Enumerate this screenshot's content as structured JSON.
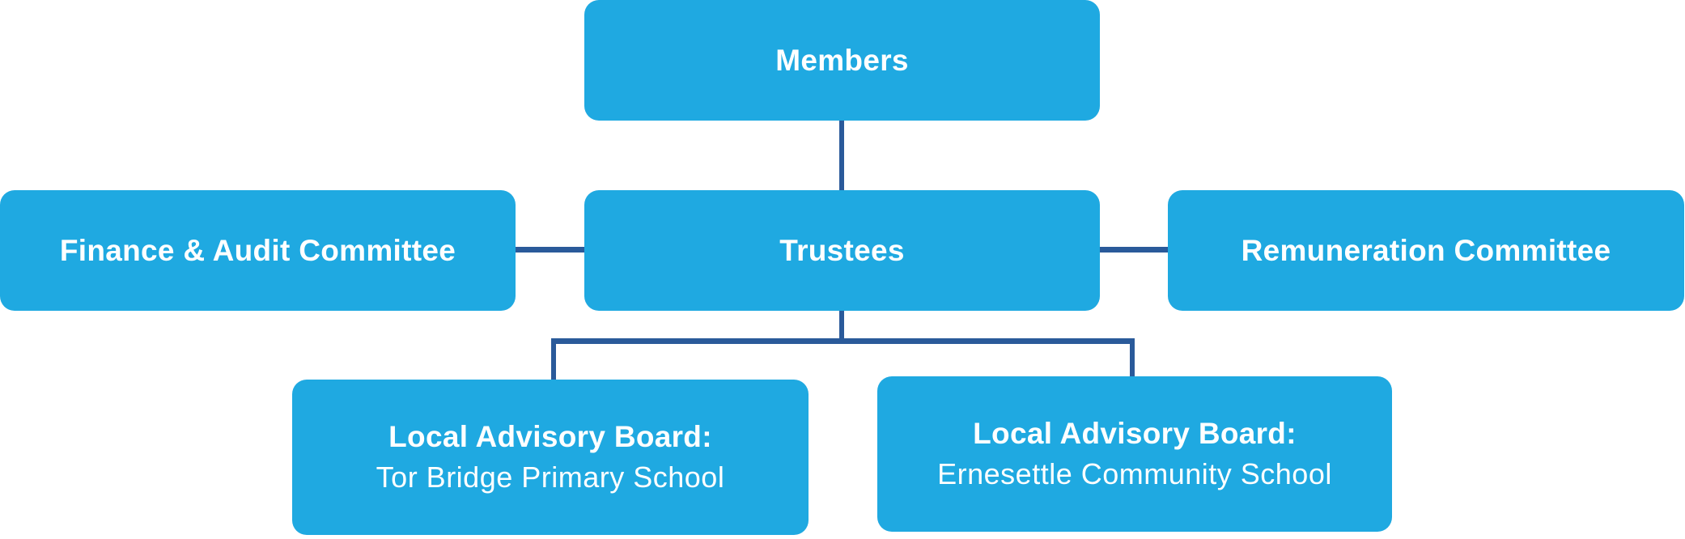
{
  "nodes": {
    "members": {
      "title": "Members"
    },
    "trustees": {
      "title": "Trustees"
    },
    "finance": {
      "title": "Finance & Audit Committee"
    },
    "remuneration": {
      "title": "Remuneration Committee"
    },
    "lab_tor_bridge": {
      "title": "Local Advisory Board:",
      "subtitle": "Tor Bridge Primary School"
    },
    "lab_ernesettle": {
      "title": "Local Advisory Board:",
      "subtitle": "Ernesettle Community School"
    }
  },
  "colors": {
    "box": "#1fa9e1",
    "connector": "#2a5a9a",
    "text": "#ffffff"
  }
}
